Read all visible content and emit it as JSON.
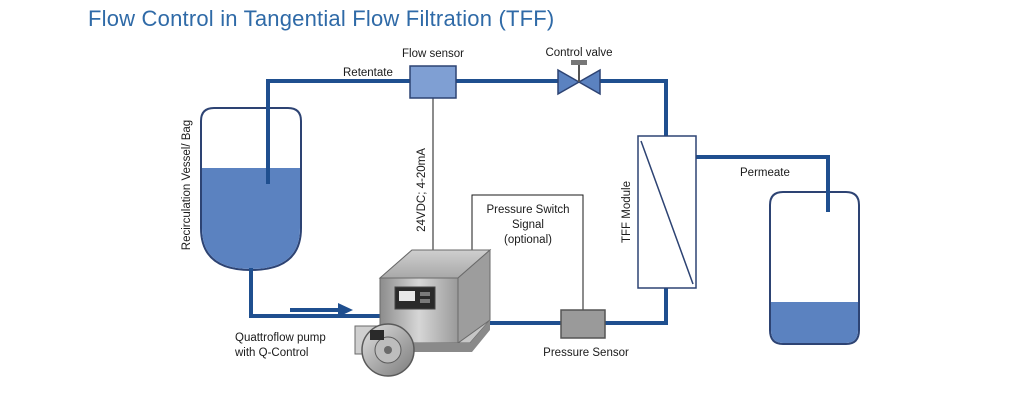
{
  "title": "Flow Control in Tangential Flow Filtration (TFF)",
  "labels": {
    "flow_sensor": "Flow sensor",
    "control_valve": "Control valve",
    "retentate": "Retentate",
    "signal_line": "24VDC; 4-20mA",
    "recirculation_vessel": "Recirculation Vessel/ Bag",
    "pressure_switch_line1": "Pressure Switch",
    "pressure_switch_line2": "Signal",
    "pressure_switch_line3": "(optional)",
    "tff_module": "TFF Module",
    "permeate": "Permeate",
    "pump_line1": "Quattroflow pump",
    "pump_line2": "with Q-Control",
    "pressure_sensor": "Pressure Sensor"
  },
  "colors": {
    "pipe": "#1f4f8f",
    "liquid": "#5b82c0",
    "sensor_box": "#7f9fd3",
    "pressure_box": "#9a9a9a",
    "outline": "#2d4373",
    "title": "#2f6aa7"
  }
}
